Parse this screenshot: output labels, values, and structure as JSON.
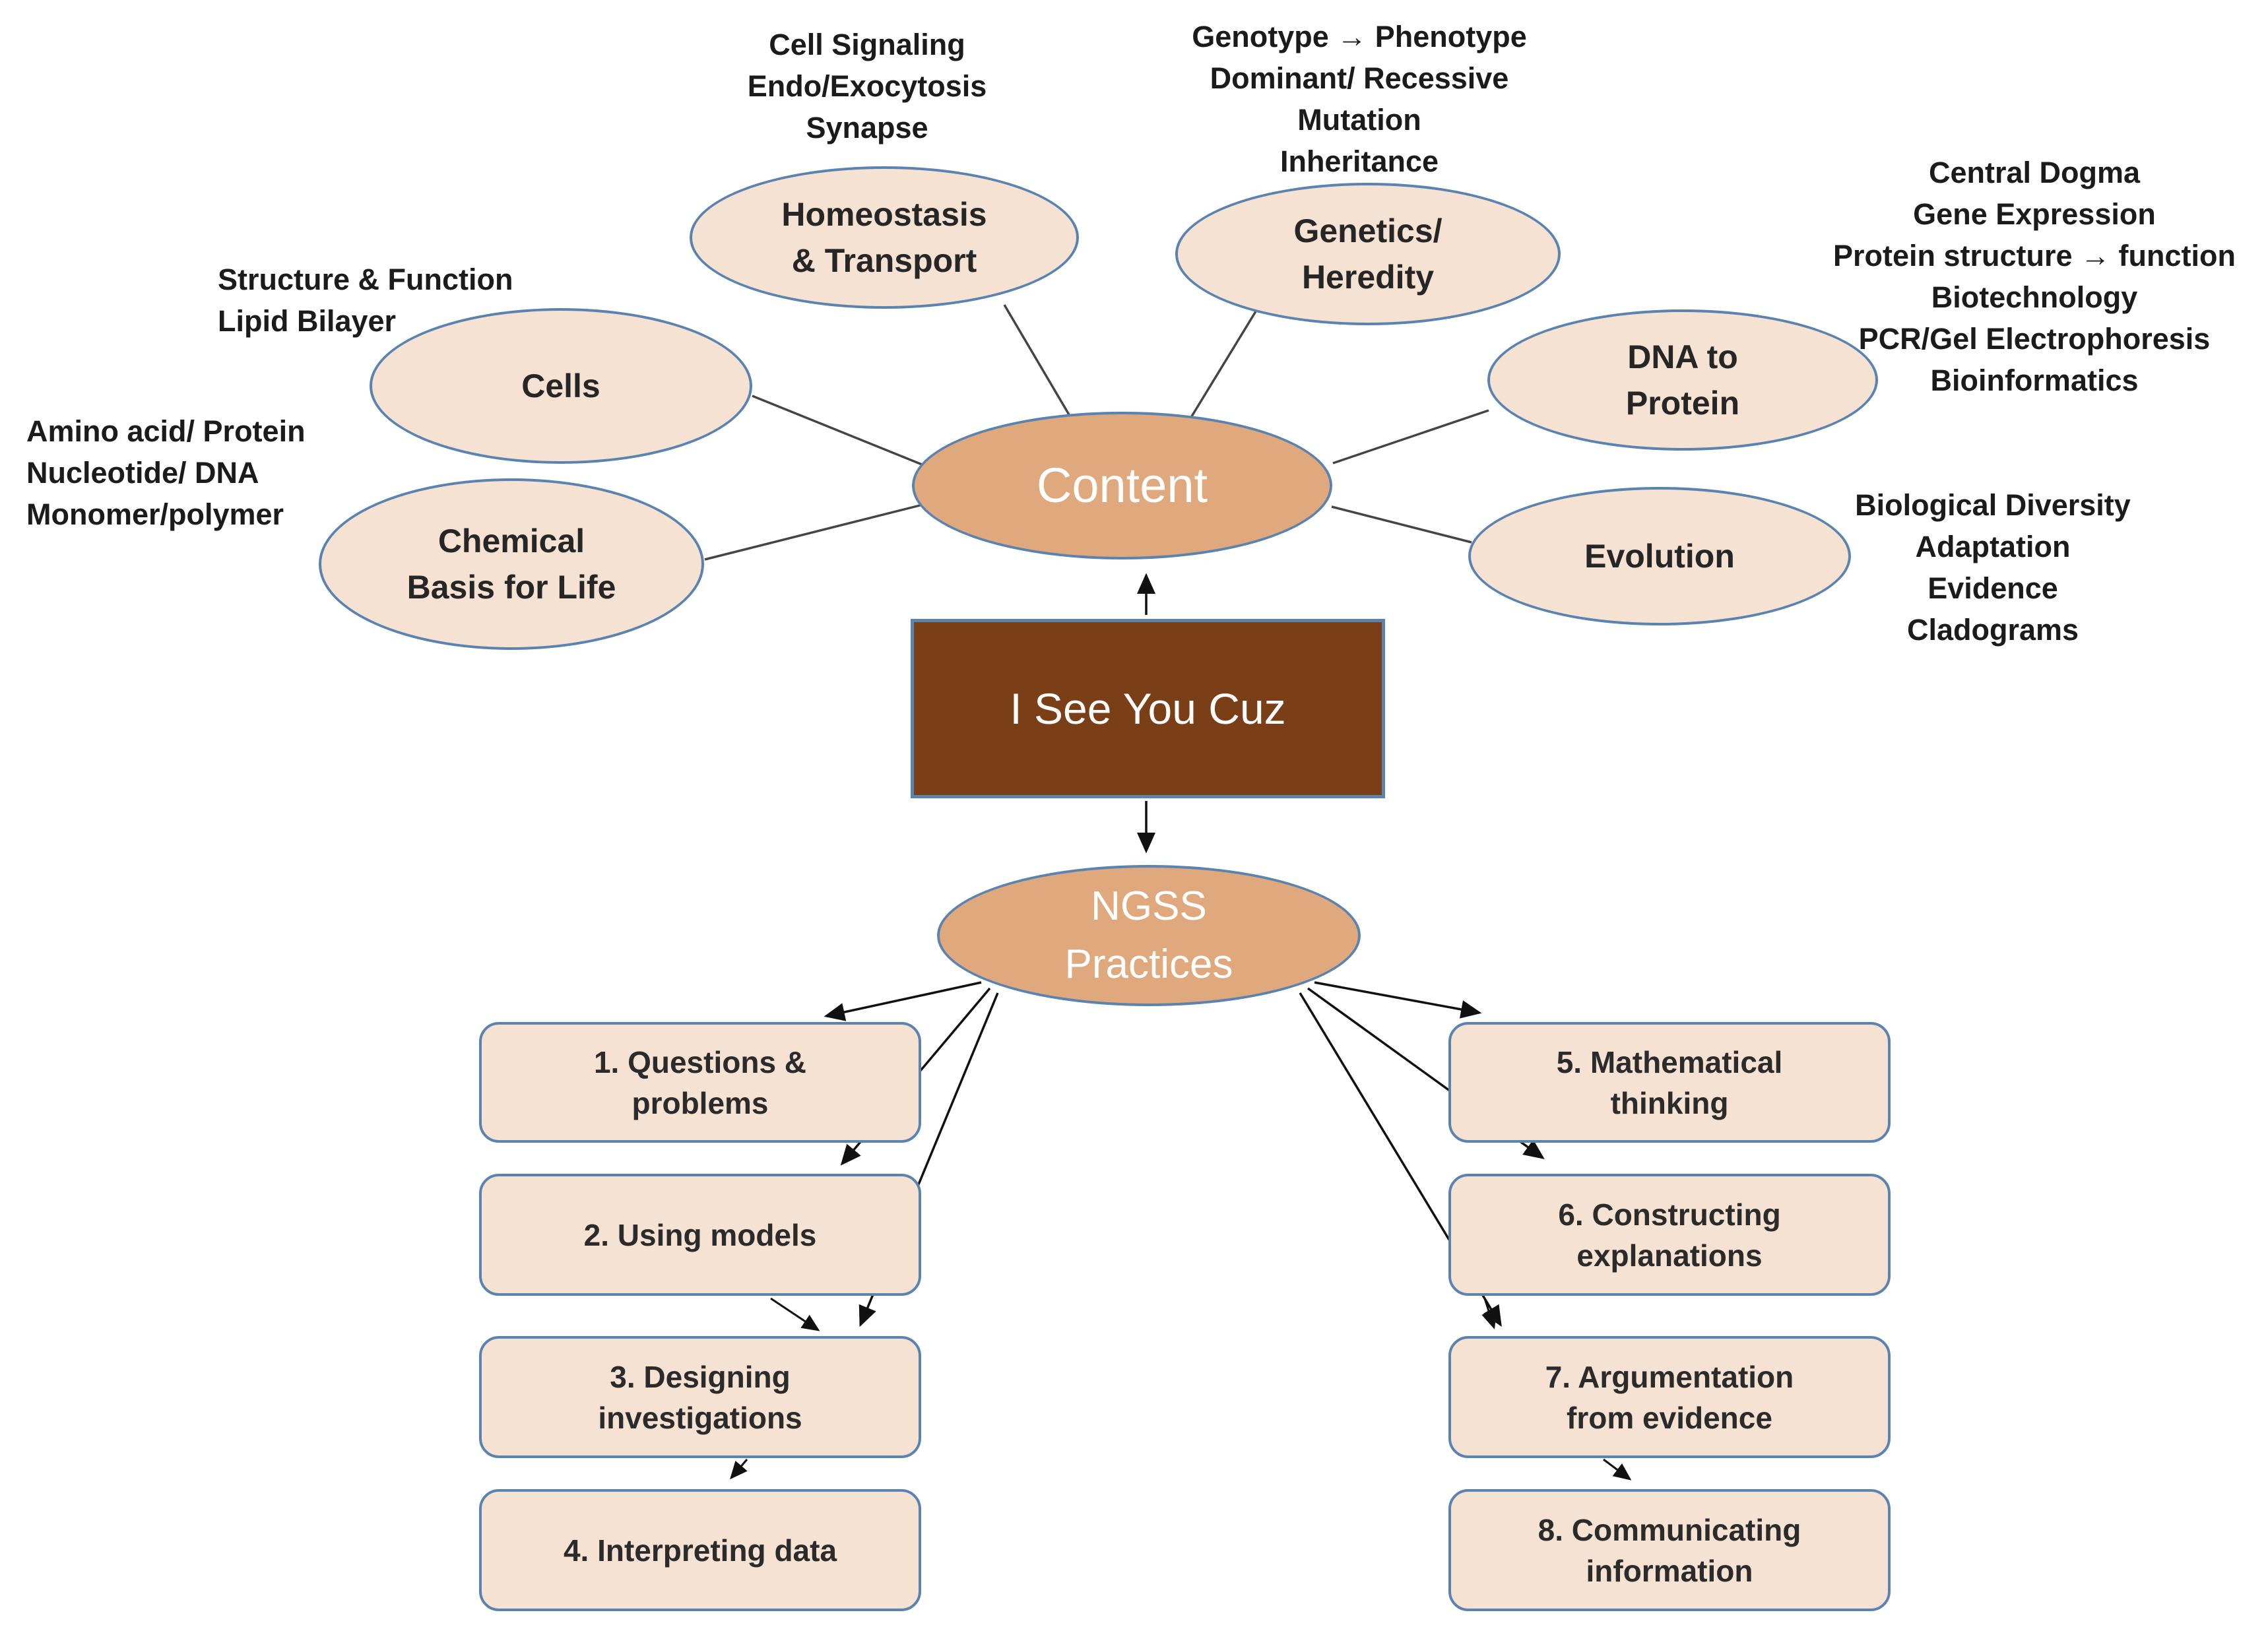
{
  "diagram": {
    "hub": {
      "label": "Content"
    },
    "bridge": {
      "label": "I See You Cuz"
    },
    "practices_hub": {
      "lines": [
        "NGSS",
        "Practices"
      ]
    },
    "topics": [
      {
        "id": "cells",
        "lines": [
          "Cells"
        ],
        "notes": [
          "Structure & Function",
          "Lipid Bilayer"
        ]
      },
      {
        "id": "chemical-basis-for-life",
        "lines": [
          "Chemical",
          "Basis for Life"
        ],
        "notes": [
          "Amino acid/ Protein",
          "Nucleotide/ DNA",
          "Monomer/polymer"
        ]
      },
      {
        "id": "homeostasis-transport",
        "lines": [
          "Homeostasis",
          "& Transport"
        ],
        "notes": [
          "Cell Signaling",
          "Endo/Exocytosis",
          "Synapse"
        ]
      },
      {
        "id": "genetics-heredity",
        "lines": [
          "Genetics/",
          "Heredity"
        ],
        "notes": [
          "Genotype → Phenotype",
          "Dominant/ Recessive",
          "Mutation",
          "Inheritance"
        ]
      },
      {
        "id": "dna-to-protein",
        "lines": [
          "DNA to",
          "Protein"
        ],
        "notes": [
          "Central Dogma",
          "Gene Expression",
          "Protein structure → function",
          "Biotechnology",
          "PCR/Gel Electrophoresis",
          "Bioinformatics"
        ]
      },
      {
        "id": "evolution",
        "lines": [
          "Evolution"
        ],
        "notes": [
          "Biological Diversity",
          "Adaptation",
          "Evidence",
          "Cladograms"
        ]
      }
    ],
    "practices": [
      {
        "id": "1",
        "lines": [
          "1. Questions &",
          "problems"
        ]
      },
      {
        "id": "2",
        "lines": [
          "2. Using models"
        ]
      },
      {
        "id": "3",
        "lines": [
          "3. Designing",
          "investigations"
        ]
      },
      {
        "id": "4",
        "lines": [
          "4. Interpreting data"
        ]
      },
      {
        "id": "5",
        "lines": [
          "5. Mathematical",
          "thinking"
        ]
      },
      {
        "id": "6",
        "lines": [
          "6. Constructing",
          "explanations"
        ]
      },
      {
        "id": "7",
        "lines": [
          "7. Argumentation",
          "from evidence"
        ]
      },
      {
        "id": "8",
        "lines": [
          "8. Communicating",
          "information"
        ]
      }
    ],
    "colors": {
      "topic_fill": "#f5e2d3",
      "hub_fill": "#e0a87d",
      "bridge_fill": "#7b3f17",
      "shape_border": "#5b83b0",
      "connector": "#454545",
      "arrow": "#111111",
      "text_dark": "#1b1b1b",
      "text_light": "#ffffff"
    }
  }
}
